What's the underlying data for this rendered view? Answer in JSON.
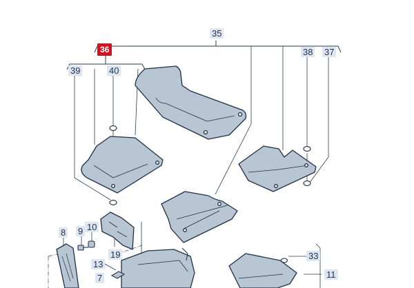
{
  "callouts": {
    "c35": "35",
    "c36": "36",
    "c38": "38",
    "c37": "37",
    "c39": "39",
    "c40": "40",
    "c8": "8",
    "c9": "9",
    "c10": "10",
    "c19": "19",
    "c13": "13",
    "c7": "7",
    "c33": "33",
    "c11": "11"
  },
  "colors": {
    "mat_fill": "#b8c6d4",
    "mat_stroke": "#1f2f42",
    "leader": "#2a3a4e",
    "label_bg": "#dde6f1",
    "highlight": "#d4121f"
  }
}
